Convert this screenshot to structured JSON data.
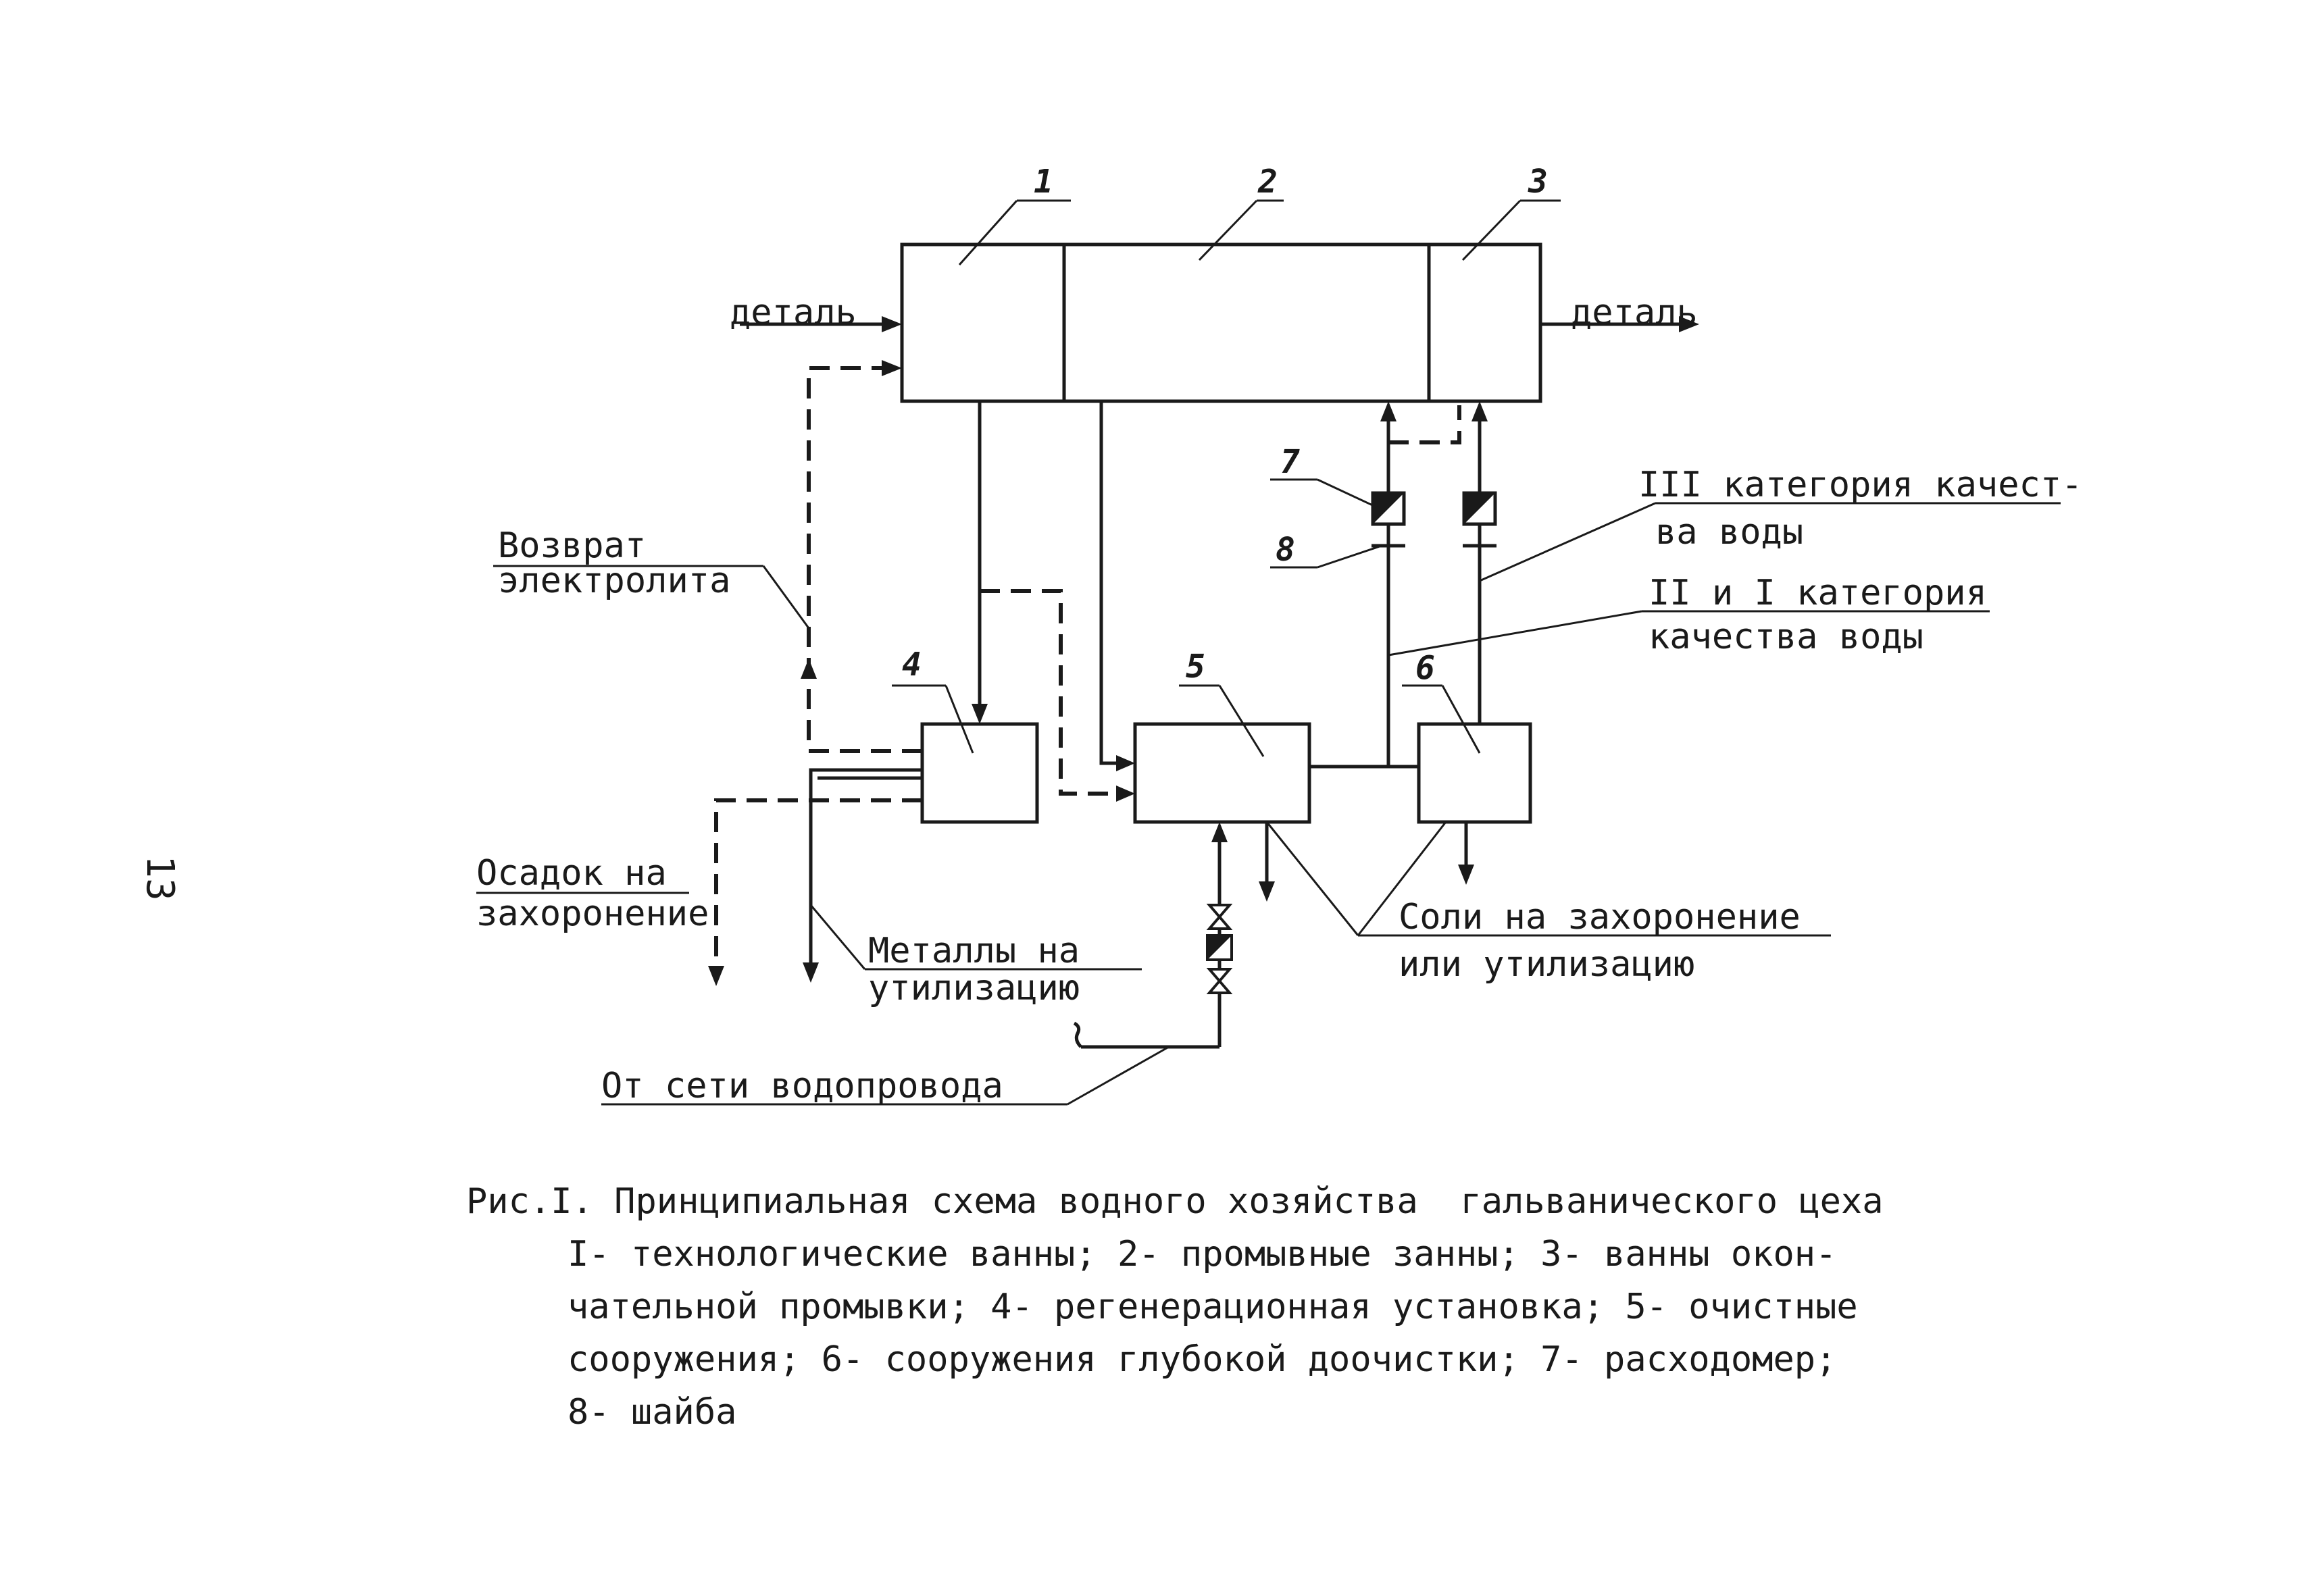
{
  "page_number": "13",
  "nodes": {
    "n1": "1",
    "n2": "2",
    "n3": "3",
    "n4": "4",
    "n5": "5",
    "n6": "6",
    "n7": "7",
    "n8": "8"
  },
  "labels": {
    "detail_in": "деталь",
    "detail_out": "деталь",
    "return_line1": "Возврат",
    "return_line2": "электролита",
    "sediment_line1": "Осадок на",
    "sediment_line2": "захоронение",
    "metals_line1": "Металлы на",
    "metals_line2": "утилизацию",
    "water_supply": "От сети водопровода",
    "salts_line1": "Соли на захоронение",
    "salts_line2": "или утилизацию",
    "cat3_line1": "III категория качест-",
    "cat3_line2": "ва воды",
    "cat21_line1": "II и I категория",
    "cat21_line2": "качества воды"
  },
  "caption": {
    "title": "Рис.I. Принципиальная схема водного хозяйства  гальванического цеха",
    "legend": [
      "I- технологические ванны; 2- промывные занны; 3- ванны окон-",
      "чательной промывки; 4- регенерационная установка; 5- очистные",
      "сооружения; 6- сооружения глубокой доочистки; 7- расходомер;",
      "8- шайба"
    ]
  }
}
